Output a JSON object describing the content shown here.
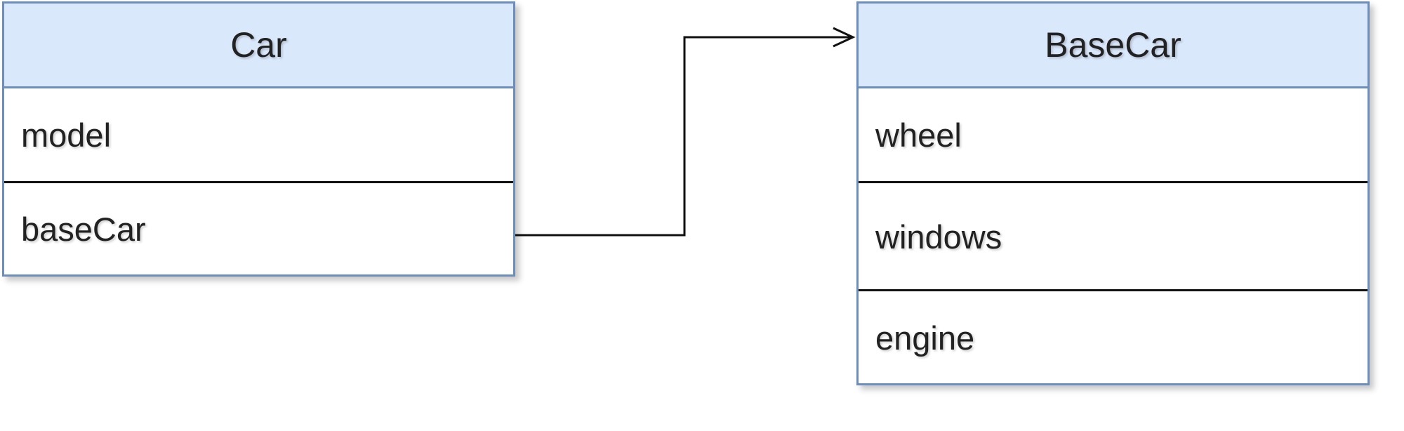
{
  "classes": {
    "car": {
      "name": "Car",
      "fields": [
        "model",
        "baseCar"
      ]
    },
    "base_car": {
      "name": "BaseCar",
      "fields": [
        "wheel",
        "windows",
        "engine"
      ]
    }
  },
  "colors": {
    "header_fill": "#dae8fc",
    "border": "#6c8ebf",
    "divider": "#111111",
    "connector": "#111111"
  }
}
